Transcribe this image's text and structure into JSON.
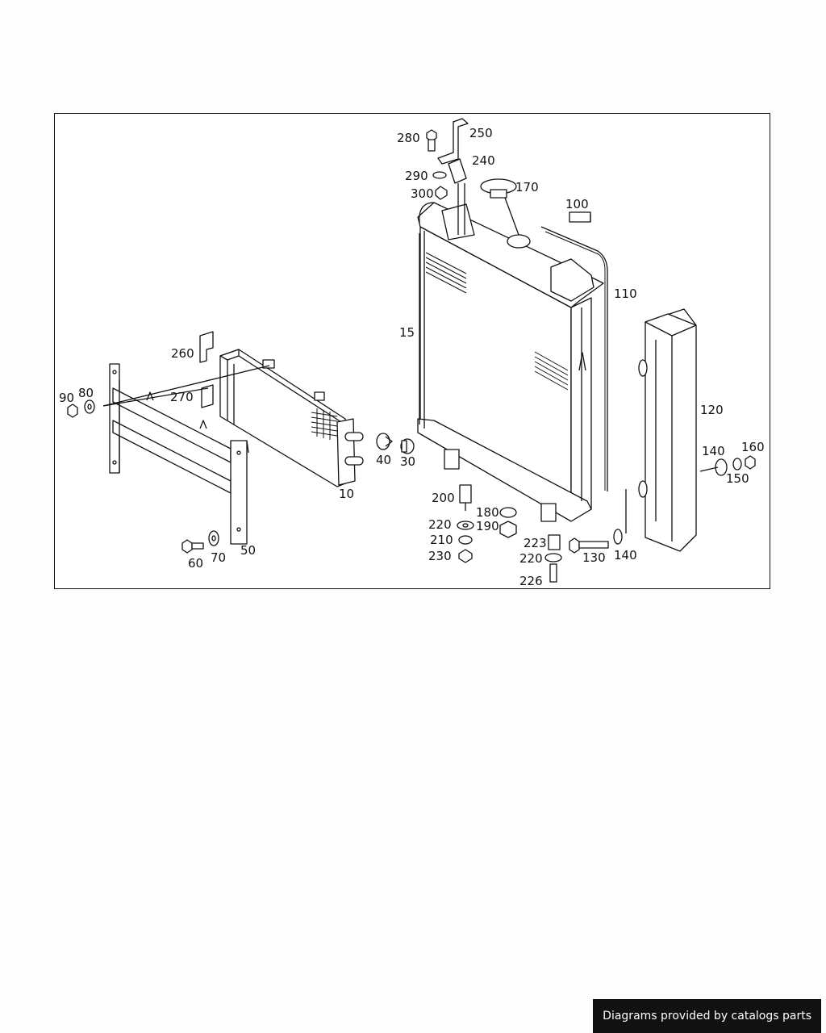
{
  "diagram": {
    "part_labels": [
      {
        "id": "p10",
        "text": "10"
      },
      {
        "id": "p15",
        "text": "15"
      },
      {
        "id": "p30",
        "text": "30"
      },
      {
        "id": "p40",
        "text": "40"
      },
      {
        "id": "p50",
        "text": "50"
      },
      {
        "id": "p60",
        "text": "60"
      },
      {
        "id": "p70",
        "text": "70"
      },
      {
        "id": "p80",
        "text": "80"
      },
      {
        "id": "p90",
        "text": "90"
      },
      {
        "id": "p100",
        "text": "100"
      },
      {
        "id": "p110",
        "text": "110"
      },
      {
        "id": "p120",
        "text": "120"
      },
      {
        "id": "p130",
        "text": "130"
      },
      {
        "id": "p140a",
        "text": "140"
      },
      {
        "id": "p140b",
        "text": "140"
      },
      {
        "id": "p150",
        "text": "150"
      },
      {
        "id": "p160",
        "text": "160"
      },
      {
        "id": "p170",
        "text": "170"
      },
      {
        "id": "p180",
        "text": "180"
      },
      {
        "id": "p190",
        "text": "190"
      },
      {
        "id": "p200",
        "text": "200"
      },
      {
        "id": "p210",
        "text": "210"
      },
      {
        "id": "p220a",
        "text": "220"
      },
      {
        "id": "p220b",
        "text": "220"
      },
      {
        "id": "p223",
        "text": "223"
      },
      {
        "id": "p226",
        "text": "226"
      },
      {
        "id": "p230",
        "text": "230"
      },
      {
        "id": "p240",
        "text": "240"
      },
      {
        "id": "p250",
        "text": "250"
      },
      {
        "id": "p260",
        "text": "260"
      },
      {
        "id": "p270",
        "text": "270"
      },
      {
        "id": "p280",
        "text": "280"
      },
      {
        "id": "p290",
        "text": "290"
      },
      {
        "id": "p300",
        "text": "300"
      }
    ]
  },
  "footer": {
    "credit": "Diagrams provided by catalogs parts"
  }
}
